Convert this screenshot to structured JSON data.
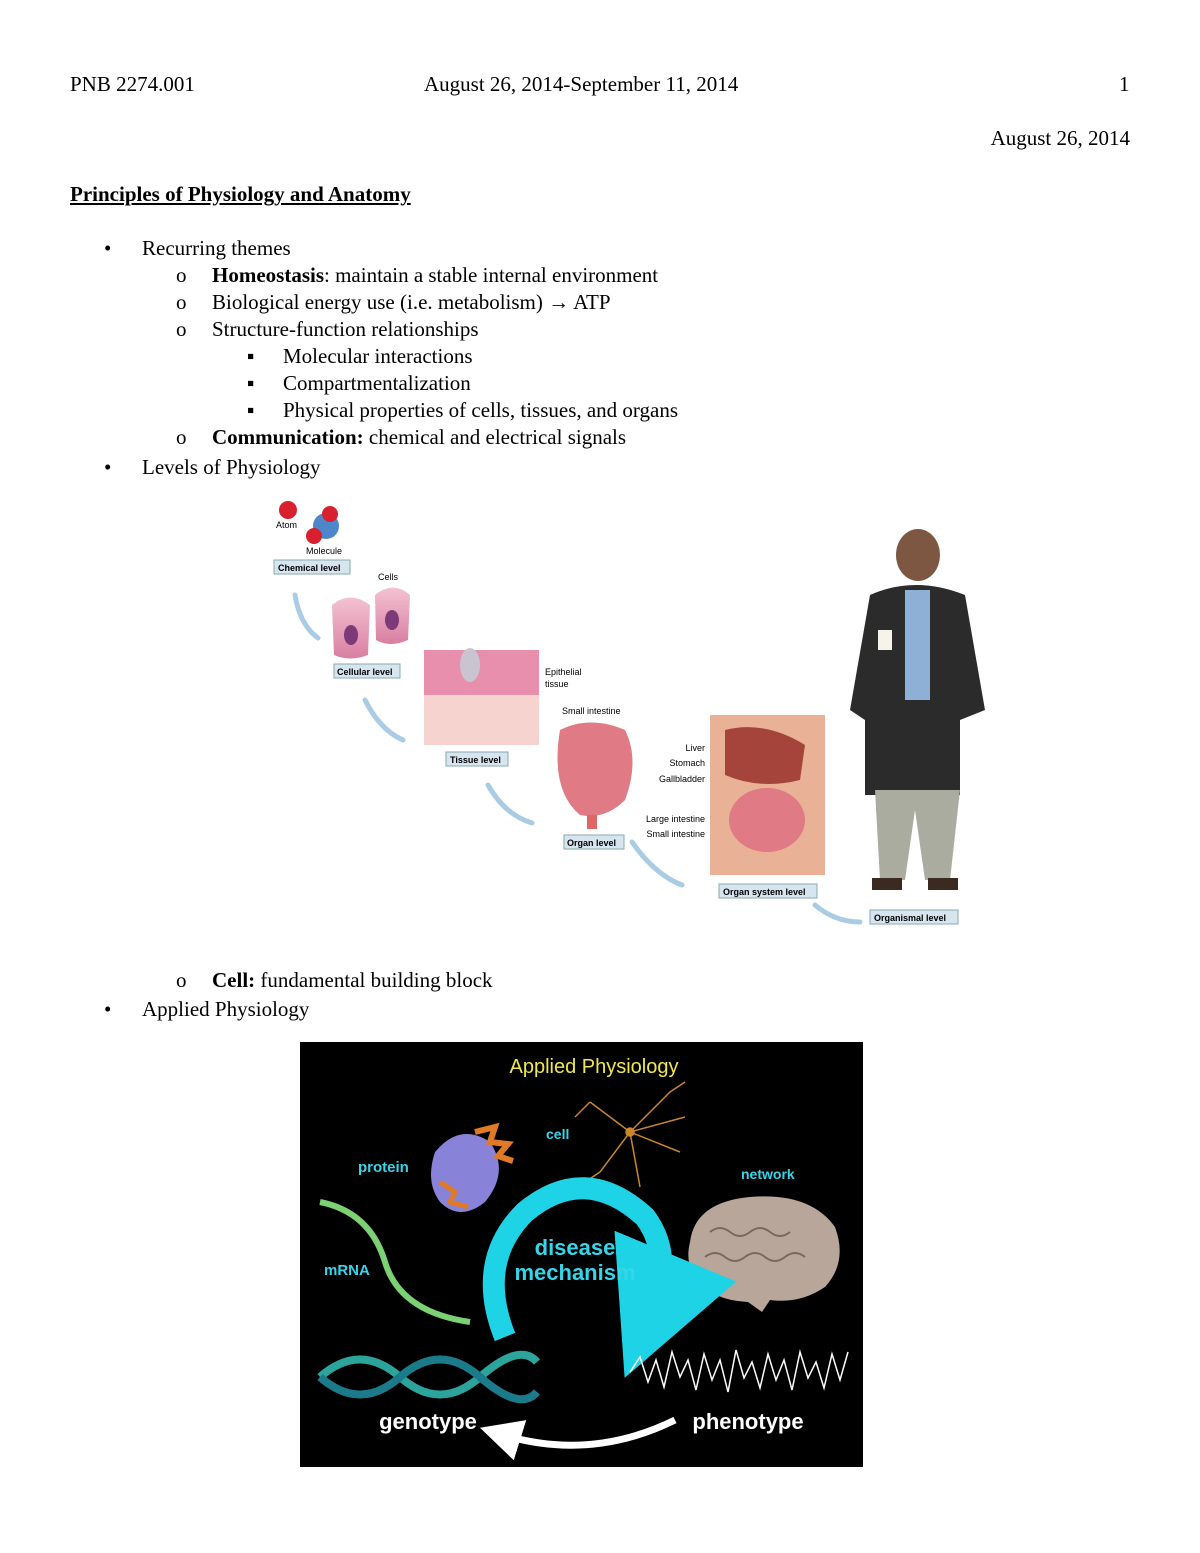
{
  "header": {
    "course": "PNB 2274.001",
    "date_range": "August 26, 2014-September 11, 2014",
    "page_number": "1"
  },
  "date": "August 26, 2014",
  "title": "Principles of Physiology and Anatomy",
  "outline": {
    "recurring_themes": "Recurring themes",
    "homeostasis_term": "Homeostasis",
    "homeostasis_def": ": maintain a stable internal environment",
    "energy": "Biological energy use (i.e. metabolism) → ATP",
    "structure_function": "Structure-function relationships",
    "molecular": "Molecular interactions",
    "compartment": "Compartmentalization",
    "physical": "Physical properties of cells, tissues, and organs",
    "communication_term": "Communication:",
    "communication_def": " chemical and electrical signals",
    "levels": "Levels of Physiology",
    "cell_term": "Cell:",
    "cell_def": " fundamental building block",
    "applied": "Applied Physiology"
  },
  "bullets": {
    "level1": "•",
    "level2": "o",
    "level3": "▪"
  },
  "levels_figure": {
    "atom": "Atom",
    "molecule": "Molecule",
    "chemical_level": "Chemical level",
    "cells": "Cells",
    "cellular_level": "Cellular level",
    "epithelial_tissue_1": "Epithelial",
    "epithelial_tissue_2": "tissue",
    "tissue_level": "Tissue level",
    "small_intestine_top": "Small intestine",
    "organ_level": "Organ level",
    "liver": "Liver",
    "stomach": "Stomach",
    "gallbladder": "Gallbladder",
    "large_intestine": "Large intestine",
    "small_intestine": "Small intestine",
    "organ_system_level": "Organ system level",
    "organismal_level": "Organismal level"
  },
  "applied_figure": {
    "title": "Applied Physiology",
    "protein": "protein",
    "cell": "cell",
    "network": "network",
    "mrna": "mRNA",
    "disease_1": "disease",
    "disease_2": "mechanism",
    "genotype": "genotype",
    "phenotype": "phenotype",
    "colors": {
      "title": "#f2e84b",
      "label": "#36d6ea",
      "arrow": "#1fd3e6",
      "background": "#000000"
    }
  }
}
